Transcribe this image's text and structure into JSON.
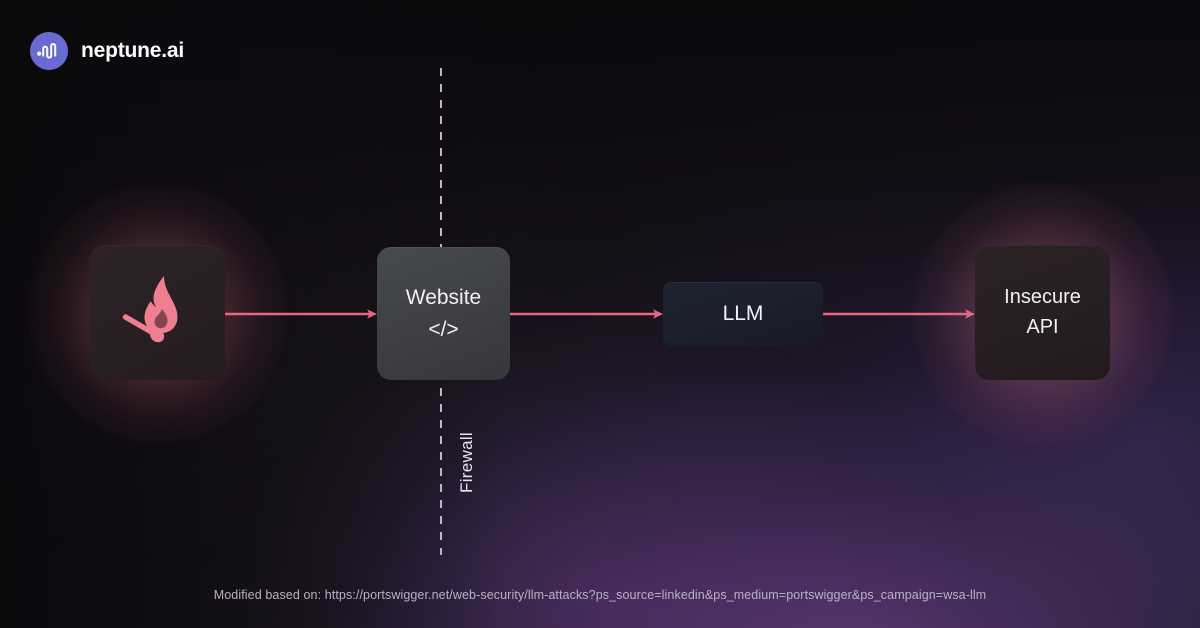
{
  "brand": {
    "name": "neptune.ai",
    "logo_icon": "neptune-waveform-icon",
    "logo_color": "#6a6ad6"
  },
  "diagram": {
    "firewall_label": "Firewall",
    "accent_color": "#e8677f",
    "nodes": {
      "attacker": {
        "icon": "burning-match-flame-icon",
        "icon_color": "#ef7e90"
      },
      "website": {
        "line1": "Website",
        "line2": "</>"
      },
      "llm": {
        "label": "LLM"
      },
      "api": {
        "line1": "Insecure",
        "line2": "API"
      }
    },
    "arrows": [
      {
        "from": "attacker",
        "to": "website"
      },
      {
        "from": "website",
        "to": "llm"
      },
      {
        "from": "llm",
        "to": "api"
      }
    ]
  },
  "caption": {
    "text": "Modified based on: https://portswigger.net/web-security/llm-attacks?ps_source=linkedin&ps_medium=portswigger&ps_campaign=wsa-llm"
  }
}
